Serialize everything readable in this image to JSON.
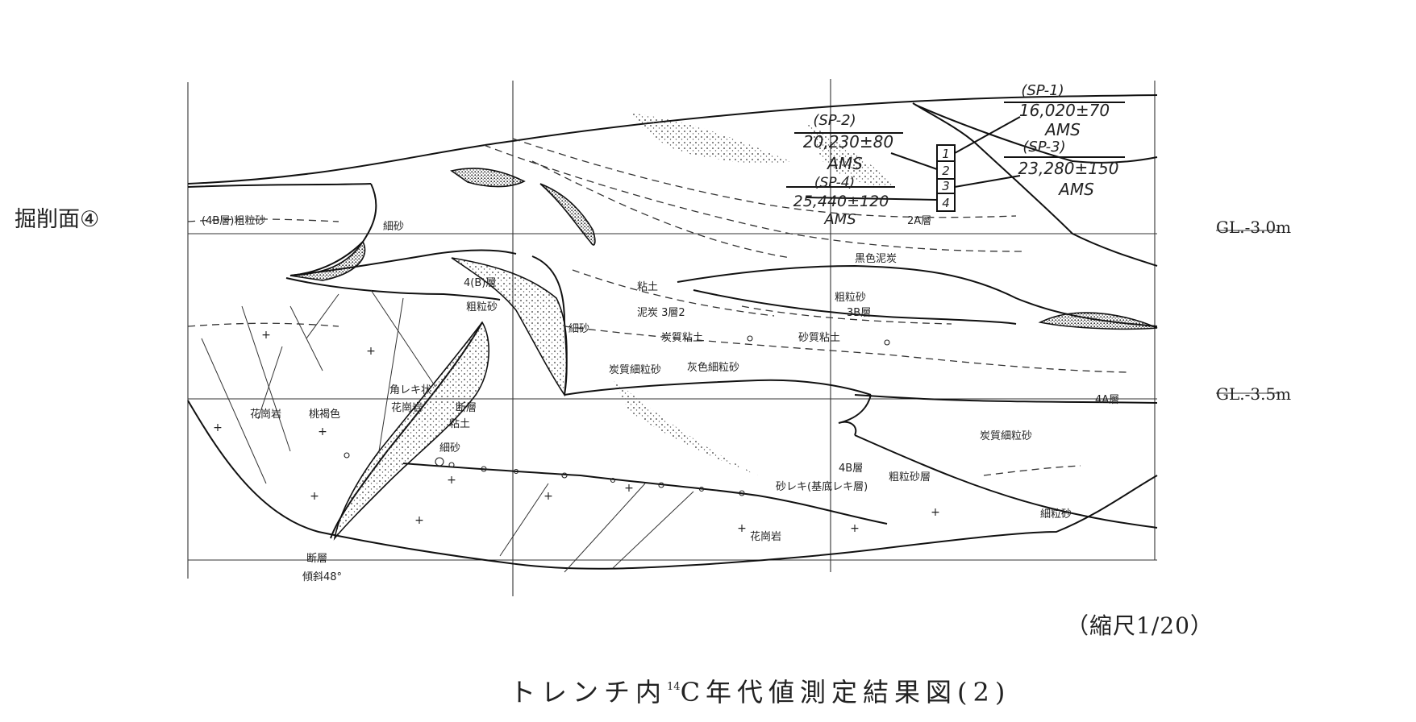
{
  "face_label": "掘削面④",
  "gl_labels": {
    "upper": "GL.-3.0m",
    "lower": "GL.-3.5m"
  },
  "scale": "（縮尺1/20）",
  "title": {
    "prefix": "トレンチ内",
    "sup": "14",
    "suffix": "C年代値測定結果図(2)"
  },
  "samples": [
    {
      "id": "(SP-1)",
      "age": "16,020±70",
      "method": "AMS"
    },
    {
      "id": "(SP-2)",
      "age": "20,230±80",
      "method": "AMS"
    },
    {
      "id": "(SP-3)",
      "age": "23,280±150",
      "method": "AMS"
    },
    {
      "id": "(SP-4)",
      "age": "25,440±120",
      "method": "AMS"
    }
  ],
  "sample_boxes": [
    "1",
    "2",
    "3",
    "4"
  ],
  "layers": {
    "l4b_coarse": "(4B層)粗粒砂",
    "fine_sand_1": "細砂",
    "l2a": "2A層",
    "black_peat": "黒色泥炭",
    "l4b_paren": "4(B)層",
    "coarse_sand_1": "粗粒砂",
    "clay_1": "粘土",
    "peat_l3": "泥炭 3層2",
    "coarse_sand_2": "粗粒砂",
    "l3b": "3B層",
    "fine_sand_2": "細砂",
    "carb_clay": "炭質粘土",
    "sandy_clay": "砂質粘土",
    "carb_fine_sand_1": "炭質細粒砂",
    "gray_fine_sand": "灰色細粒砂",
    "angular_gravel": "角レキ状",
    "granite_1": "花崗岩",
    "brown": "桃褐色",
    "granite_2": "花崗岩",
    "fault_1": "断層",
    "clay_2": "粘土",
    "l4a": "4A層",
    "carb_fine_sand_2": "炭質細粒砂",
    "fine_sand_3": "細砂",
    "l4b": "4B層",
    "coarse_sand_l": "粗粒砂層",
    "basal_gravel": "砂レキ(基底レキ層)",
    "fine_sand_4": "細粒砂",
    "granite_3": "花崗岩",
    "fault_2": "断層",
    "dip": "傾斜48°"
  }
}
